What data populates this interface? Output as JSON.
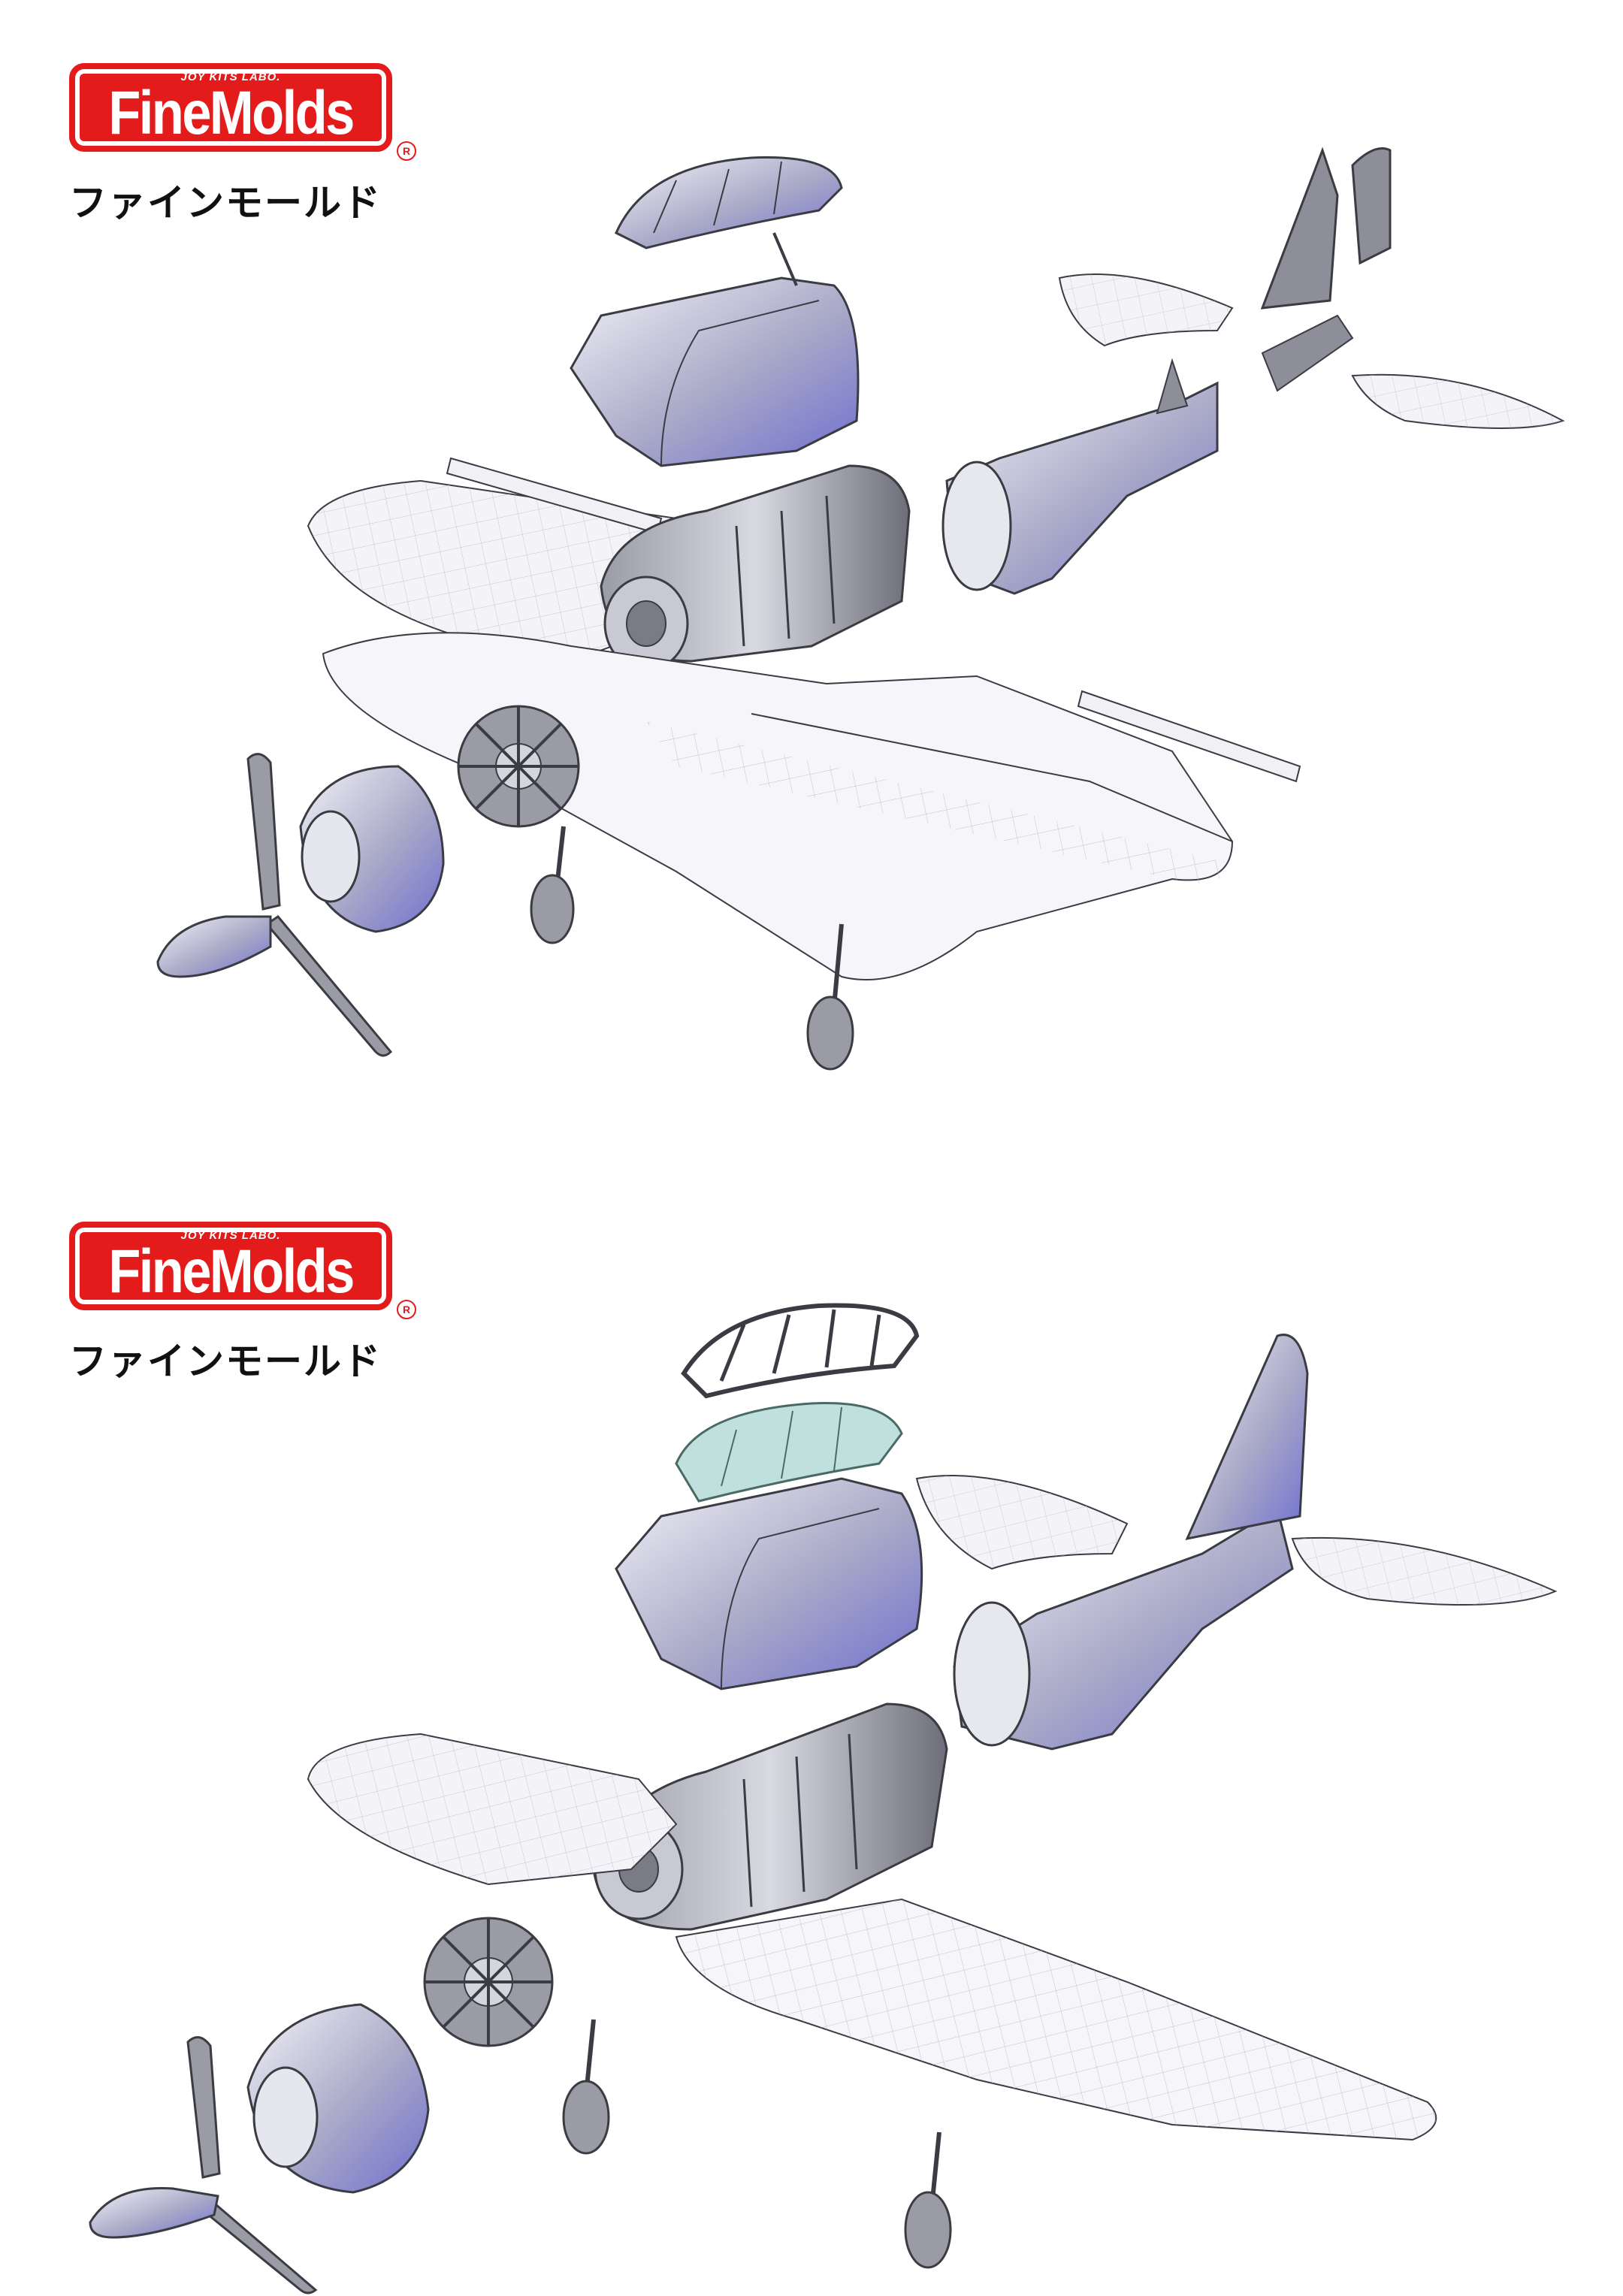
{
  "panels": [
    {
      "logo": {
        "tagline": "JOY KITS LABO.",
        "wordmark": "FineMolds",
        "registered": "R",
        "katakana": "ファインモールド"
      }
    },
    {
      "logo": {
        "tagline": "JOY KITS LABO.",
        "wordmark": "FineMolds",
        "registered": "R",
        "katakana": "ファインモールド"
      }
    }
  ],
  "colors": {
    "brand_red": "#e41b1b",
    "part_gray": "#8d8e99",
    "part_light": "#f2f2f6",
    "part_shade": "#7f7fd6",
    "line": "#3b3b44",
    "glass": "#bfe0dc"
  }
}
